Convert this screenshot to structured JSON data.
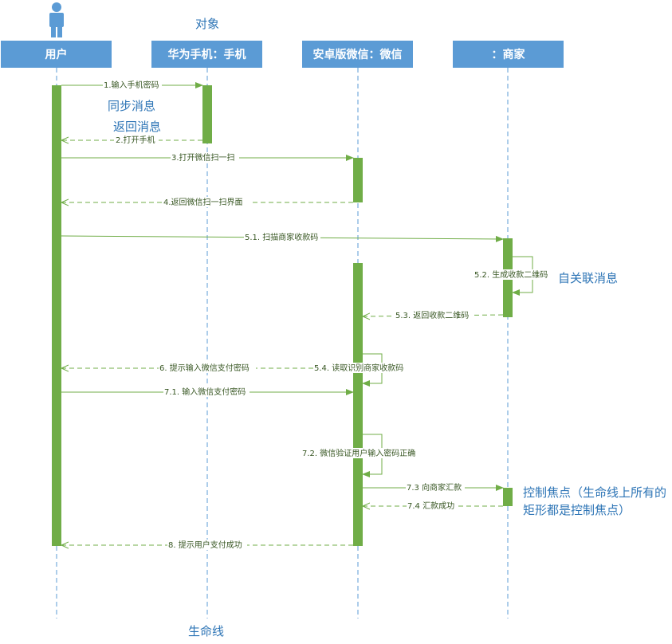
{
  "colors": {
    "header_fill": "#5b9bd5",
    "header_text": "#ffffff",
    "lifeline": "#5b9bd5",
    "activation": "#70ad47",
    "message": "#70ad47",
    "annotation": "#2e75b6",
    "label_text": "#385723",
    "actor": "#5b9bd5"
  },
  "actor_icon": "person-icon",
  "lifelines": [
    {
      "id": "user",
      "label": "用户"
    },
    {
      "id": "phone",
      "label": "华为手机：手机"
    },
    {
      "id": "wechat",
      "label": "安卓版微信：微信"
    },
    {
      "id": "merchant",
      "label": "：商家"
    }
  ],
  "messages": [
    {
      "label": "1.输入手机密码",
      "from": "user",
      "to": "phone",
      "kind": "sync"
    },
    {
      "label": "2.打开手机",
      "from": "phone",
      "to": "user",
      "kind": "return"
    },
    {
      "label": "3.打开微信扫一扫",
      "from": "user",
      "to": "wechat",
      "kind": "sync"
    },
    {
      "label": "4.返回微信扫一扫界面",
      "from": "wechat",
      "to": "user",
      "kind": "return"
    },
    {
      "label": "5.1. 扫描商家收款码",
      "from": "user",
      "to": "merchant",
      "kind": "sync"
    },
    {
      "label": "5.2. 生成收款二维码",
      "from": "merchant",
      "to": "merchant",
      "kind": "self"
    },
    {
      "label": "5.3. 返回收款二维码",
      "from": "merchant",
      "to": "wechat",
      "kind": "return"
    },
    {
      "label": "5.4. 读取识别商家收款码",
      "from": "wechat",
      "to": "wechat",
      "kind": "self"
    },
    {
      "label": "6. 提示输入微信支付密码",
      "from": "wechat",
      "to": "user",
      "kind": "return"
    },
    {
      "label": "7.1. 输入微信支付密码",
      "from": "user",
      "to": "wechat",
      "kind": "sync"
    },
    {
      "label": "7.2. 微信验证用户输入密码正确",
      "from": "wechat",
      "to": "wechat",
      "kind": "self"
    },
    {
      "label": "7.3 向商家汇款",
      "from": "wechat",
      "to": "merchant",
      "kind": "sync"
    },
    {
      "label": "7.4 汇款成功",
      "from": "merchant",
      "to": "wechat",
      "kind": "return"
    },
    {
      "label": "8. 提示用户支付成功",
      "from": "wechat",
      "to": "user",
      "kind": "return"
    }
  ],
  "annotations": {
    "object": "对象",
    "sync_message": "同步消息",
    "return_message": "返回消息",
    "self_message": "自关联消息",
    "focus_of_control": "控制焦点（生命线上所有的矩形都是控制焦点）",
    "lifeline": "生命线"
  }
}
